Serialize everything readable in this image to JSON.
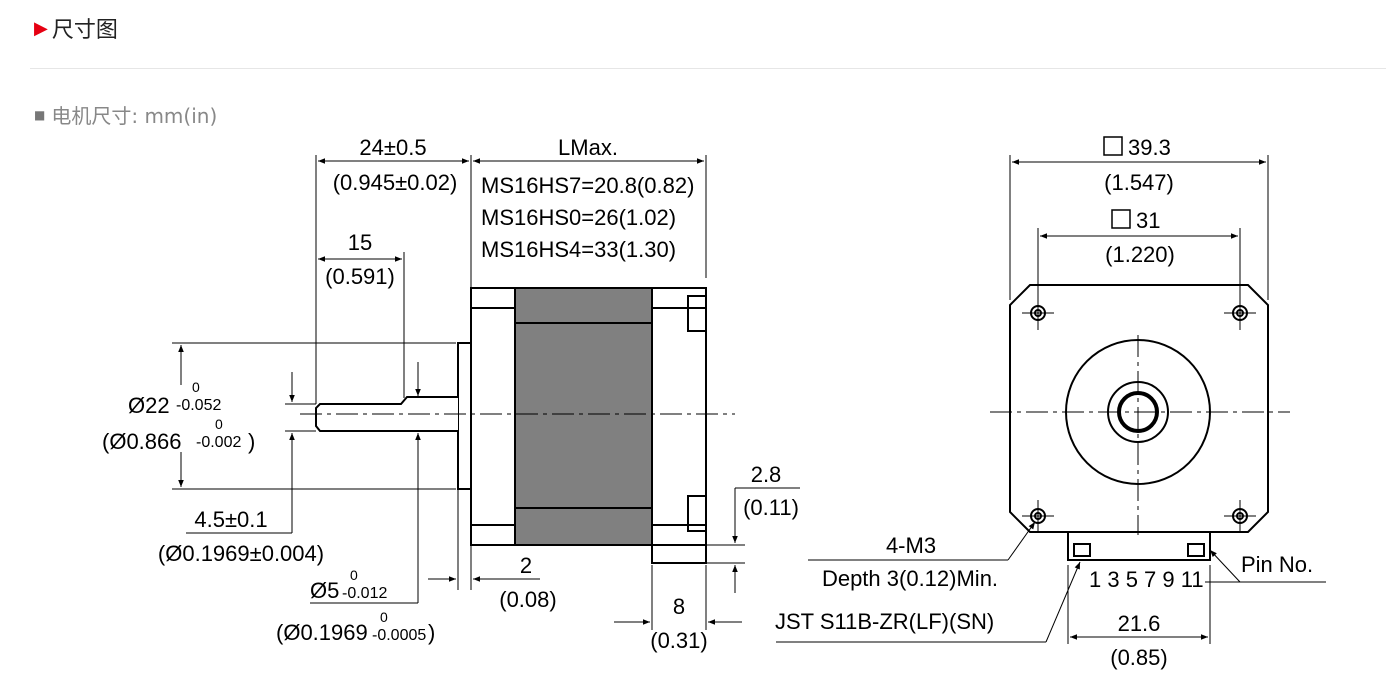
{
  "header": {
    "title": "尺寸图"
  },
  "subhead": {
    "label": "电机尺寸: mm(in)"
  },
  "side_view": {
    "shaft_length": "24±0.5",
    "shaft_length_in": "(0.945±0.02)",
    "l_max": "LMax.",
    "models": [
      "MS16HS7=20.8(0.82)",
      "MS16HS0=26(1.02)",
      "MS16HS4=33(1.30)"
    ],
    "flat_length": "15",
    "flat_length_in": "(0.591)",
    "boss_dia_main": "Ø22",
    "boss_dia_upper": "0",
    "boss_dia_lower": "-0.052",
    "boss_dia_in_main": "(Ø0.866",
    "boss_dia_in_upper": "0",
    "boss_dia_in_lower": "-0.002",
    "boss_dia_in_close": ")",
    "flat_depth": "4.5±0.1",
    "flat_depth_in": "(Ø0.1969±0.004)",
    "shaft_dia_main": "Ø5",
    "shaft_dia_upper": "0",
    "shaft_dia_lower": "-0.012",
    "shaft_dia_in_main": "(Ø0.1969",
    "shaft_dia_in_upper": "0",
    "shaft_dia_in_lower": "-0.0005",
    "shaft_dia_in_close": ")",
    "boss_height": "2",
    "boss_height_in": "(0.08)",
    "conn_offset": "2.8",
    "conn_offset_in": "(0.11)",
    "conn_width": "8",
    "conn_width_in": "(0.31)"
  },
  "front_view": {
    "body_size": "39.3",
    "body_size_in": "(1.547)",
    "hole_spacing": "31",
    "hole_spacing_in": "(1.220)",
    "mount_holes": "4-M3",
    "mount_depth": "Depth 3(0.12)Min.",
    "pins": "1 3 5 7 9 11",
    "pin_label": "Pin No.",
    "connector": "JST S11B-ZR(LF)(SN)",
    "conn_len": "21.6",
    "conn_len_in": "(0.85)"
  }
}
